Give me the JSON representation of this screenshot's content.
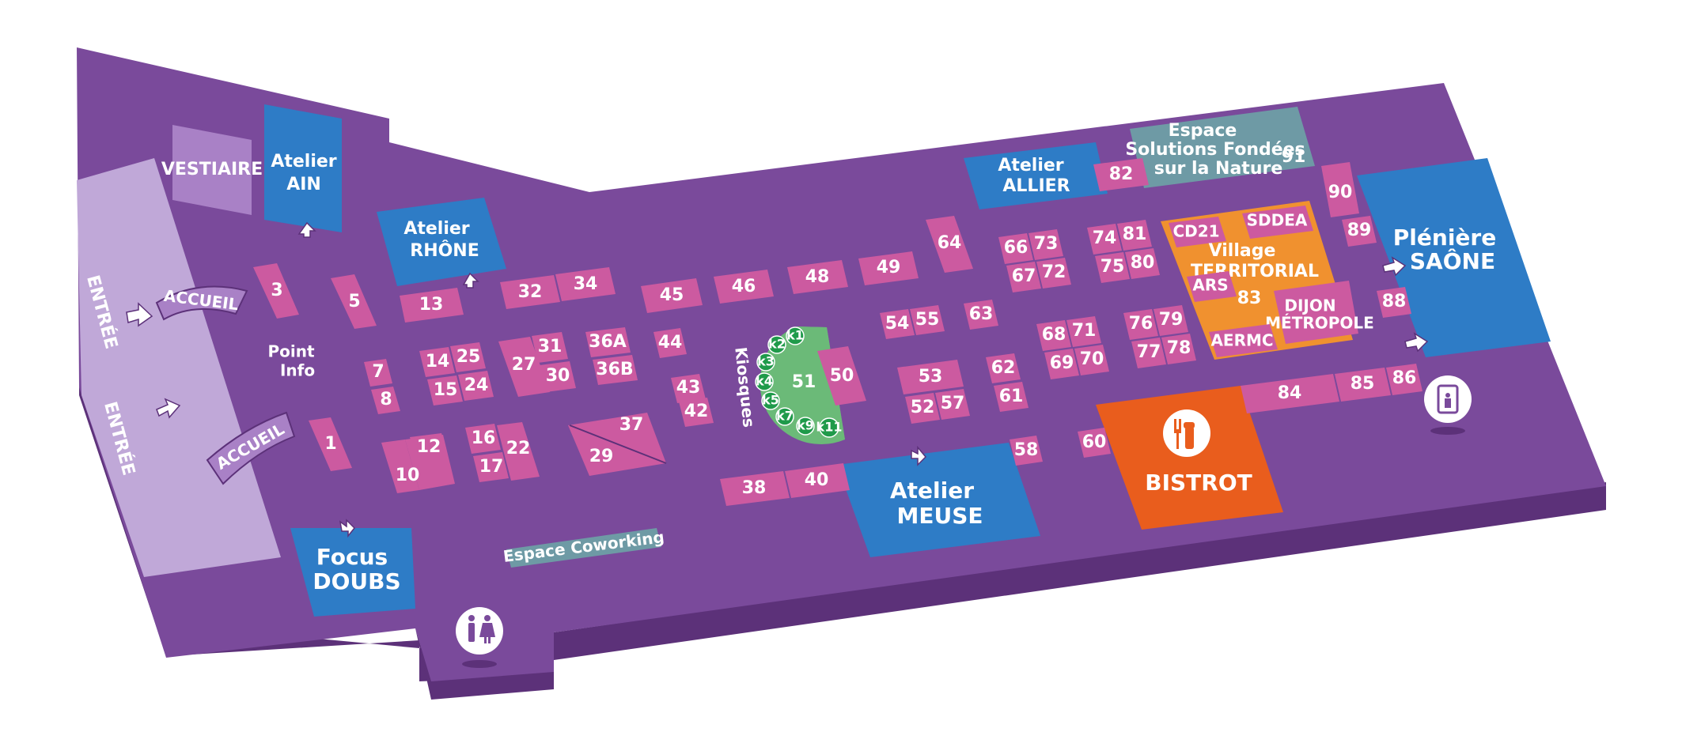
{
  "colors": {
    "floor": "#7a4a9b",
    "floor_side": "#5c3179",
    "entrance": "#c0a8d8",
    "stand": "#cc5aa0",
    "atelier": "#2e7cc6",
    "vestiaire": "#a981c6",
    "village": "#f0912f",
    "espace_nature": "#6e9aa5",
    "coworking": "#6e9aa5",
    "bistrot": "#e95d1d",
    "kiosque": "#6bba78"
  },
  "labels": {
    "entree_1": "ENTRÉE",
    "entree_2": "ENTRÉE",
    "accueil_1": "ACCUEIL",
    "accueil_2": "ACCUEIL",
    "vestiaire": "VESTIAIRE",
    "point_info_1": "Point",
    "point_info_2": "Info",
    "kiosques": "Kiosques",
    "coworking": "Espace Coworking",
    "bistrot": "BISTROT"
  },
  "ateliers": {
    "ain_1": "Atelier",
    "ain_2": "AIN",
    "rhone_1": "Atelier",
    "rhone_2": "RHÔNE",
    "allier_1": "Atelier",
    "allier_2": "ALLIER",
    "meuse_1": "Atelier",
    "meuse_2": "MEUSE",
    "doubs_1": "Focus",
    "doubs_2": "DOUBS",
    "saone_1": "Plénière",
    "saone_2": "SAÔNE"
  },
  "espace_nature": {
    "line1": "Espace",
    "line2": "Solutions Fondées",
    "line3": "sur la Nature",
    "number": "91"
  },
  "village": {
    "cd21": "CD21",
    "sddea": "SDDEA",
    "title1": "Village",
    "title2": "TERRITORIAL",
    "number": "83",
    "ars": "ARS",
    "dijon1": "DIJON",
    "dijon2": "MÉTROPOLE",
    "aermc": "AERMC"
  },
  "kiosks": {
    "k1": "k1",
    "k2": "k2",
    "k3": "k3",
    "k4": "k4",
    "k5": "k5",
    "k7": "k7",
    "k9": "k9",
    "k11": "k11"
  },
  "stands": {
    "s1": "1",
    "s3": "3",
    "s5": "5",
    "s7": "7",
    "s8": "8",
    "s10": "10",
    "s12": "12",
    "s13": "13",
    "s14": "14",
    "s15": "15",
    "s16": "16",
    "s17": "17",
    "s22": "22",
    "s24": "24",
    "s25": "25",
    "s27": "27",
    "s29": "29",
    "s30": "30",
    "s31": "31",
    "s32": "32",
    "s34": "34",
    "s36A": "36A",
    "s36B": "36B",
    "s37": "37",
    "s38": "38",
    "s40": "40",
    "s42": "42",
    "s43": "43",
    "s44": "44",
    "s45": "45",
    "s46": "46",
    "s48": "48",
    "s49": "49",
    "s50": "50",
    "s51": "51",
    "s52": "52",
    "s53": "53",
    "s54": "54",
    "s55": "55",
    "s57": "57",
    "s58": "58",
    "s60": "60",
    "s61": "61",
    "s62": "62",
    "s63": "63",
    "s64": "64",
    "s66": "66",
    "s67": "67",
    "s68": "68",
    "s69": "69",
    "s70": "70",
    "s71": "71",
    "s72": "72",
    "s73": "73",
    "s74": "74",
    "s75": "75",
    "s76": "76",
    "s77": "77",
    "s78": "78",
    "s79": "79",
    "s80": "80",
    "s81": "81",
    "s82": "82",
    "s84": "84",
    "s85": "85",
    "s86": "86",
    "s88": "88",
    "s89": "89",
    "s90": "90"
  },
  "icons": {
    "bistrot": "restaurant-icon",
    "toilets": "toilets-icon",
    "elevator": "elevator-icon"
  }
}
